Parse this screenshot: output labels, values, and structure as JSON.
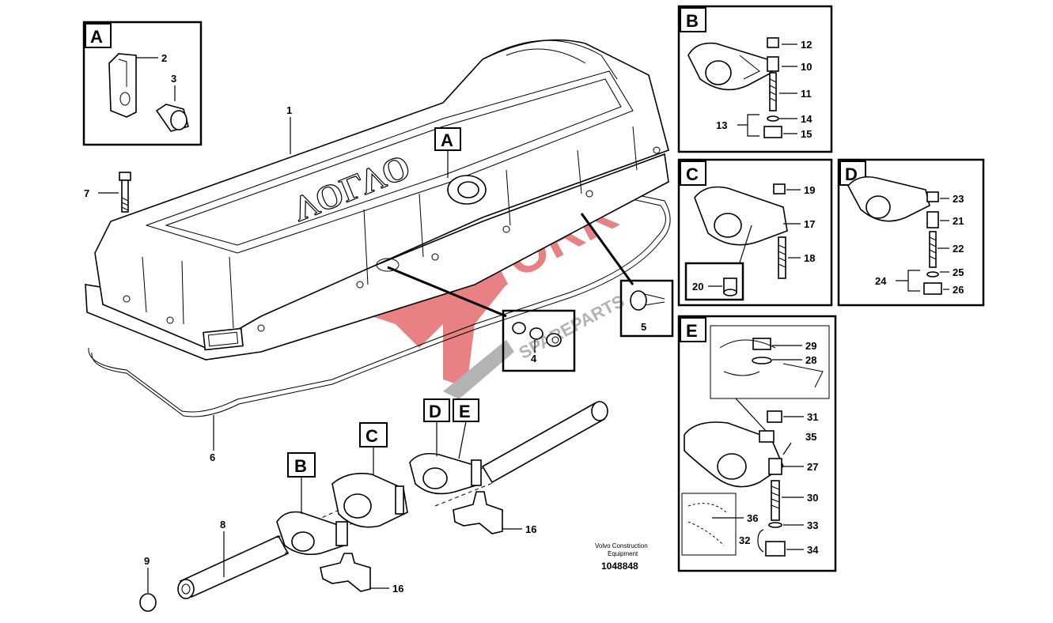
{
  "panels": {
    "A_inset": {
      "letter": "A",
      "parts": [
        "2",
        "3"
      ]
    },
    "B": {
      "letter": "B",
      "parts": [
        "12",
        "10",
        "11",
        "13",
        "14",
        "15"
      ]
    },
    "C": {
      "letter": "C",
      "parts": [
        "19",
        "17",
        "18",
        "20"
      ]
    },
    "D": {
      "letter": "D",
      "parts": [
        "23",
        "21",
        "22",
        "24",
        "25",
        "26"
      ]
    },
    "E": {
      "letter": "E",
      "parts": [
        "29",
        "28",
        "31",
        "35",
        "27",
        "30",
        "36",
        "33",
        "32",
        "34"
      ]
    }
  },
  "main_callouts": {
    "A": "A",
    "B": "B",
    "C": "C",
    "D": "D",
    "E": "E",
    "n1": "1",
    "n4": "4",
    "n5": "5",
    "n6": "6",
    "n7": "7",
    "n8": "8",
    "n9": "9",
    "n16a": "16",
    "n16b": "16"
  },
  "cover_logo": "VOLVO",
  "footer": {
    "company_line1": "Volvo Construction",
    "company_line2": "Equipment",
    "doc_number": "1048848"
  },
  "watermark": {
    "line1": "TORK",
    "line2": "SPAREPARTS",
    "color": "#d9383a"
  }
}
